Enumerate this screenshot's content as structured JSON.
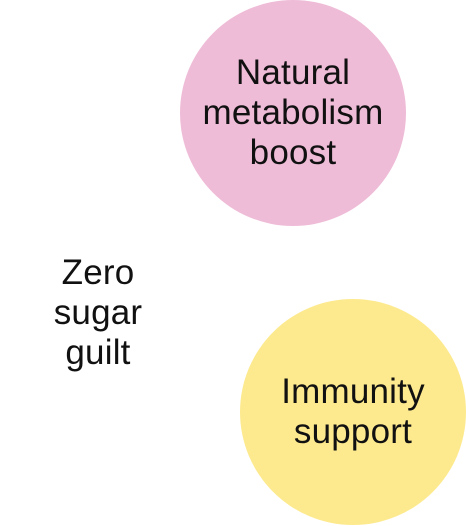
{
  "bubbles": [
    {
      "lines": [
        "Natural",
        "metabolism",
        "boost"
      ],
      "color": "#efbcd8"
    },
    {
      "lines": [
        "Zero",
        "sugar",
        "guilt"
      ],
      "color": "#ffffff"
    },
    {
      "lines": [
        "Immunity",
        "support"
      ],
      "color": "#fdea8f"
    }
  ]
}
